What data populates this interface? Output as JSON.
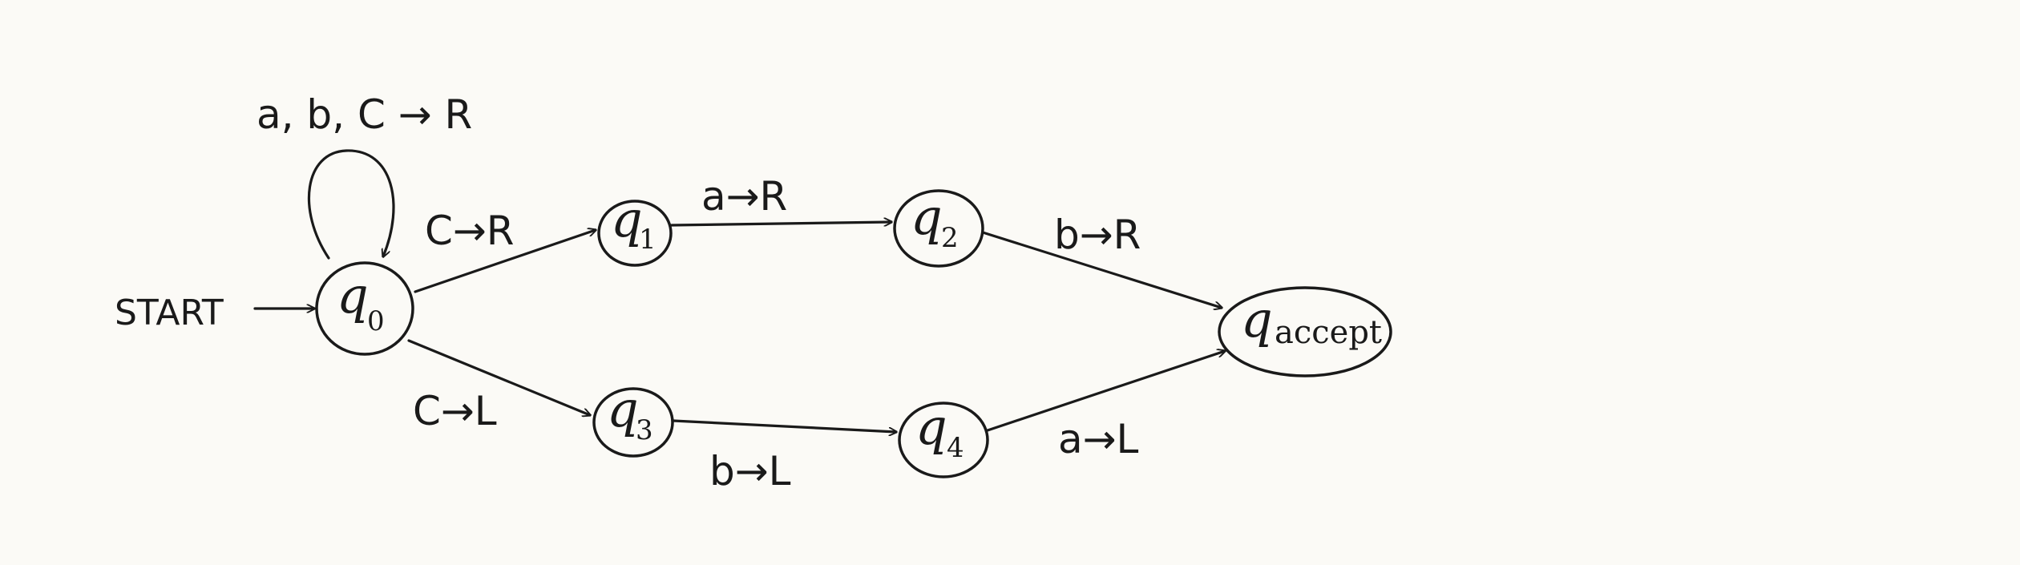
{
  "diagram": {
    "start_label": "START",
    "states": [
      {
        "id": "q0",
        "name": "q",
        "sub": "0"
      },
      {
        "id": "q1",
        "name": "q",
        "sub": "1"
      },
      {
        "id": "q2",
        "name": "q",
        "sub": "2"
      },
      {
        "id": "q3",
        "name": "q",
        "sub": "3"
      },
      {
        "id": "q4",
        "name": "q",
        "sub": "4"
      },
      {
        "id": "qaccept",
        "name": "q",
        "sub": "accept"
      }
    ],
    "transitions": [
      {
        "from": "q0",
        "to": "q0",
        "label": "a, b, C → R"
      },
      {
        "from": "q0",
        "to": "q1",
        "label": "C→R"
      },
      {
        "from": "q1",
        "to": "q2",
        "label": "a→R"
      },
      {
        "from": "q2",
        "to": "qaccept",
        "label": "b→R"
      },
      {
        "from": "q0",
        "to": "q3",
        "label": "C→L"
      },
      {
        "from": "q3",
        "to": "q4",
        "label": "b→L"
      },
      {
        "from": "q4",
        "to": "qaccept",
        "label": "a→L"
      }
    ]
  }
}
